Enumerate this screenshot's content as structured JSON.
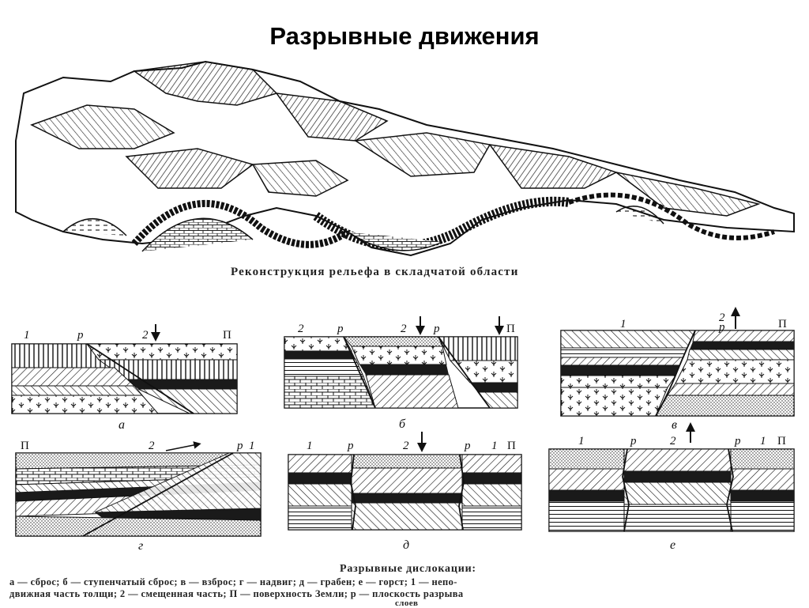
{
  "slide": {
    "title": "Разрывные движения"
  },
  "landscape": {
    "caption": "Реконструкция рельефа в складчатой области"
  },
  "panels": [
    {
      "letter": "а",
      "labels": [
        "1",
        "р",
        "2",
        "П"
      ]
    },
    {
      "letter": "б",
      "labels": [
        "2",
        "р",
        "2",
        "р",
        "П"
      ]
    },
    {
      "letter": "в",
      "labels": [
        "1",
        "2",
        "р",
        "П"
      ]
    },
    {
      "letter": "г",
      "labels": [
        "П",
        "2",
        "р",
        "1"
      ]
    },
    {
      "letter": "д",
      "labels": [
        "1",
        "р",
        "2",
        "р",
        "1",
        "П"
      ]
    },
    {
      "letter": "е",
      "labels": [
        "1",
        "р",
        "2",
        "р",
        "1",
        "П"
      ]
    }
  ],
  "legend": {
    "title": "Разрывные дислокации:",
    "line1": "а — сброс; б — ступенчатый сброс; в — взброс; г — надвиг; д — грабен; е — горст; 1 — непо-",
    "line2": "движная часть толщи; 2 — смещенная часть; П — поверхность Земли; р — плоскость разрыва",
    "line3": "слоев"
  },
  "colors": {
    "ink": "#111111",
    "background": "#ffffff",
    "dark_layer": "#1a1a1a"
  },
  "icons": {
    "down_arrow": "down-arrow-icon",
    "up_arrow": "up-arrow-icon"
  }
}
